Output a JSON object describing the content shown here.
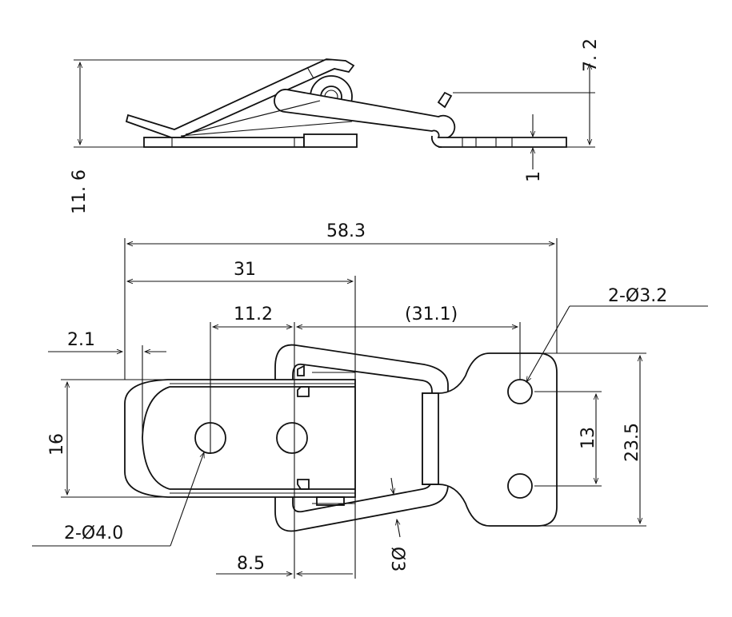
{
  "colors": {
    "line": "#111111",
    "background": "#ffffff"
  },
  "side_view": {
    "overall_height": "11. 6",
    "hook_height": "7. 2",
    "plate_thickness": "1"
  },
  "top_view": {
    "overall_length": "58.3",
    "to_center_line": "31",
    "hole_pitch_left": "11.2",
    "reference_length": "(31.1)",
    "edge_offset": "2.1",
    "base_width": "16",
    "hole_pitch_right": "13",
    "keeper_width": "23.5",
    "keeper_holes": "2-Ø3.2",
    "base_holes": "2-Ø4.0",
    "hole_to_line": "8.5",
    "wire_diameter": "Ø3"
  }
}
